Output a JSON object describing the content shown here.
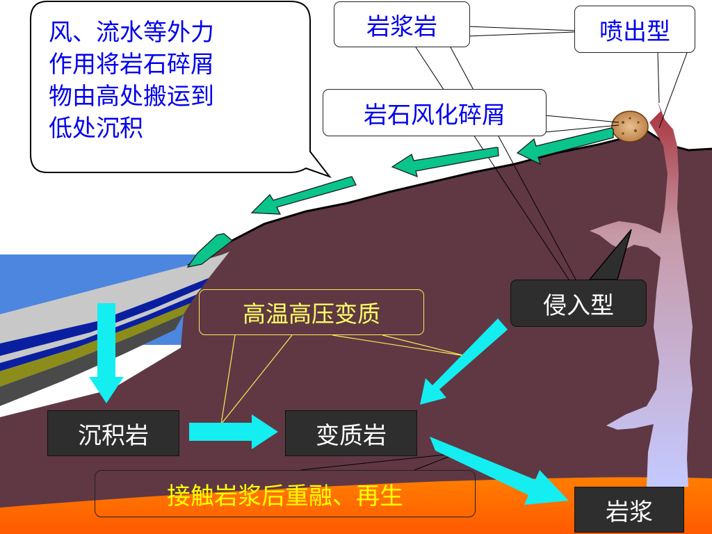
{
  "callout": {
    "lines": [
      "风、流水等外力",
      "作用将岩石碎屑",
      "物由高处搬运到",
      "低处沉积"
    ]
  },
  "labels": {
    "igneous": "岩浆岩",
    "extrusive": "喷出型",
    "weathering": "岩石风化碎屑",
    "intrusive": "侵入型",
    "metamorphism": "高温高压变质",
    "sedimentary": "沉积岩",
    "metamorphic": "变质岩",
    "remelting": "接触岩浆后重融、再生",
    "magma": "岩浆"
  },
  "colors": {
    "rock": "#5f3844",
    "sea": "#4d86de",
    "magma": "#ff6a00",
    "arrow_green": "#0ac48c",
    "arrow_cyan": "#14eef0",
    "text_blue": "#0000ee",
    "text_yellow": "#ffff66"
  }
}
